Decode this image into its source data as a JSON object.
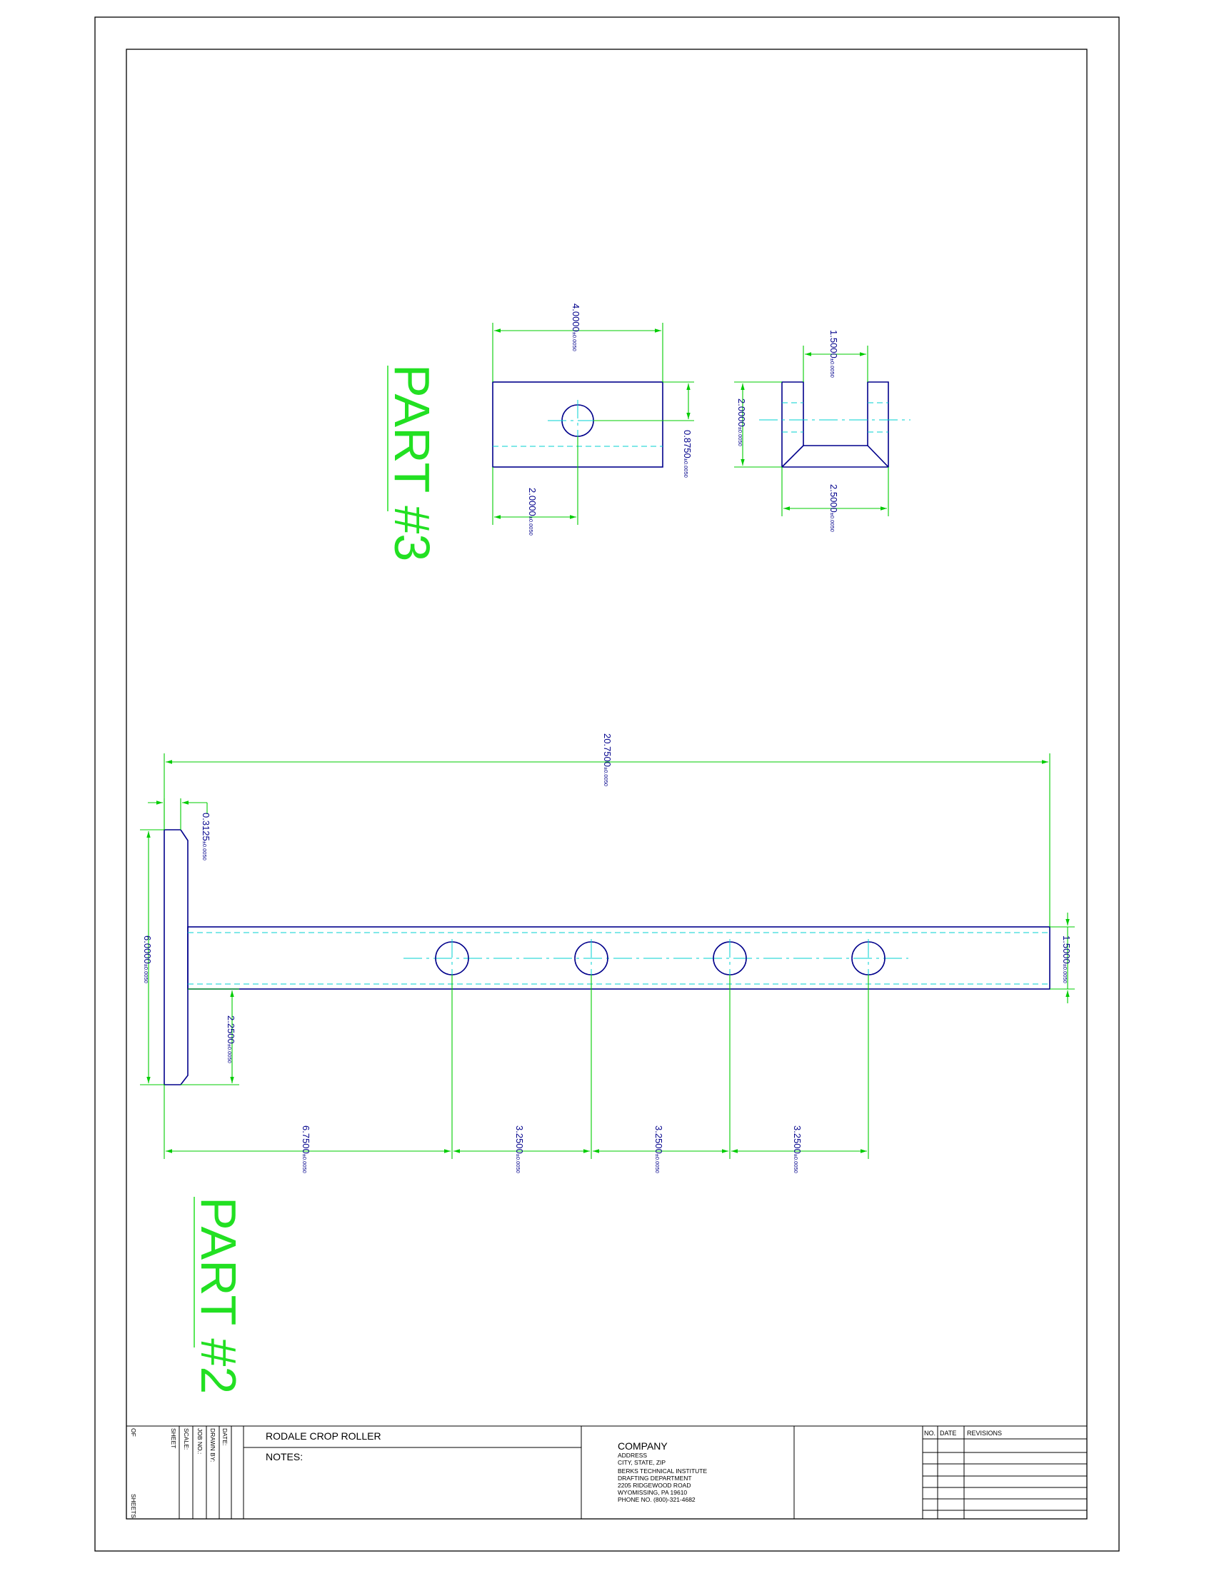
{
  "parts": {
    "part3": {
      "label": "PART #3"
    },
    "part2": {
      "label": "PART #2"
    }
  },
  "dimensions": {
    "p3_width": {
      "value": "4.0000",
      "tol": "±0.0050"
    },
    "p3_hole_y": {
      "value": "0.8750",
      "tol": "±0.0050"
    },
    "p3_hole_x": {
      "value": "2.0000",
      "tol": "±0.0050"
    },
    "p3b_gap": {
      "value": "1.5000",
      "tol": "±0.0050"
    },
    "p3b_height": {
      "value": "2.0000",
      "tol": "±0.0050"
    },
    "p3b_width": {
      "value": "2.5000",
      "tol": "±0.0050"
    },
    "p2_overall": {
      "value": "20.7500",
      "tol": "±0.0050"
    },
    "p2_chamfer": {
      "value": "0.3125",
      "tol": "±0.0050"
    },
    "p2_head": {
      "value": "6.0000",
      "tol": "±0.0050"
    },
    "p2_offset": {
      "value": "2.2500",
      "tol": "±0.0050"
    },
    "p2_bar": {
      "value": "1.5000",
      "tol": "±0.0050"
    },
    "p2_hole1": {
      "value": "6.7500",
      "tol": "±0.0050"
    },
    "p2_pitch1": {
      "value": "3.2500",
      "tol": "±0.0050"
    },
    "p2_pitch2": {
      "value": "3.2500",
      "tol": "±0.0050"
    },
    "p2_pitch3": {
      "value": "3.2500",
      "tol": "±0.0050"
    }
  },
  "title_block": {
    "title": "RODALE CROP ROLLER",
    "notes": "NOTES:",
    "fields": [
      "DATE:",
      "DRAWN BY:",
      "JOB NO.:",
      "SCALE:",
      "SHEET",
      "OF"
    ],
    "sheets": "SHEETS",
    "company": "COMPANY",
    "company_lines": [
      "ADDRESS",
      "CITY, STATE, ZIP",
      "BERKS TECHNICAL INSTITUTE",
      "DRAFTING DEPARTMENT",
      "2205 RIDGEWOOD ROAD",
      "WYOMISSING, PA 19610",
      "PHONE NO. (800)-321-4682"
    ],
    "rev_headers": {
      "no": "NO.",
      "date": "DATE",
      "revisions": "REVISIONS"
    }
  }
}
